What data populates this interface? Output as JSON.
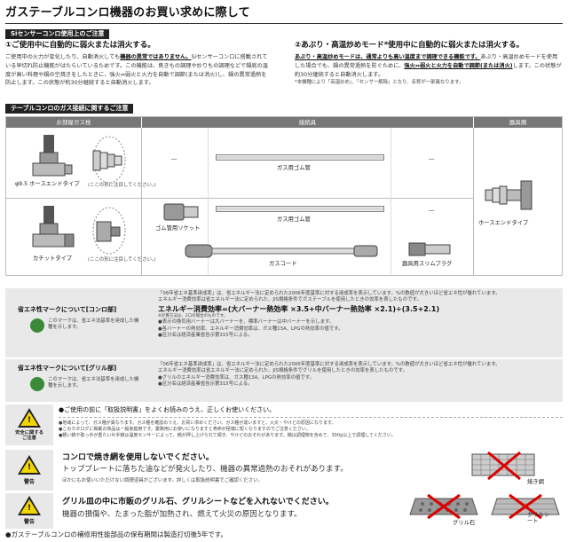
{
  "title": "ガステーブルコンロ機器のお買い求めに際して",
  "si_tag": "Siセンサーコンロ使用上のご注意",
  "si": {
    "h1": "①ご使用中に自動的に弱火または消火する。",
    "p1a": "ご使用中の火力が変化したり、自動消火しても",
    "p1u": "機器の異常ではありません。",
    "p1b": "Siセンサーコンロに搭載されている早切れ防止機能がはたらいているためです。この機能は、焦きもの調理や炒りもの調理などで鍋底の温度が高い料理や鍋の空焼きをしたときに、強火⇔弱火と火力を自動で調節(または消火)し、鍋の異常過熱を防止します。この状態が約30分継続すると自動消火します。",
    "h2": "②あぶり・高温炒めモード*使用中に自動的に弱火または消火する。",
    "p2a": "あぶり・高温炒めモードは、通常よりも高い温度まで調理できる機能です。",
    "p2b": "あぶり・高温炒めモードを使用した場合でも、鍋の異常過熱を防ぐために、",
    "p2u": "強火⇔弱火と火力を自動で調節(または消火)",
    "p2c": "します。この状態が約30分継続すると自動消火します。",
    "p2note": "*本機種により「高温炒め」、「センサー解除」となり、名称が一部異なります。"
  },
  "gas_tag": "テーブルコンロのガス接続に関するご注意",
  "gas": {
    "col1": "お部屋ガス栓",
    "col2": "接続具",
    "col3": "器具側",
    "row1_label": "φ9.5 ホースエンドタイプ",
    "row1_note": "(ここの形に注目してください。)",
    "row2_label": "カチットタイプ",
    "row2_note": "(ここの形に注目してください。)",
    "dash": "―",
    "gas_hose": "ガス用ゴム管",
    "gas_hose2": "ガス用ゴム管",
    "rubber_socket": "ゴム管用ソケット",
    "gas_code": "ガスコード",
    "slim_plug": "器具用スリムプラグ",
    "hose_end": "ホースエンドタイプ"
  },
  "eco1": {
    "title": "省エネ性マークについて[コンロ部]",
    "mark_desc": "このマークは、省エネ法基準を達成した機種を示します。",
    "l1": "「06年省エネ基準達成率」は、省エネルギー法に定められた2006年度基準に対する達成率を表示しています。%の数値が大きいほど省エネ性が優れています。",
    "l2": "エネルギー消費効率は省エネルギー法に定められた、JIS規格条件でガステーブルを使用したときの効率を表したものです。",
    "formula": "エネルギー消費効率=(大バーナー熱効率 ×3.5+中バーナー熱効率 ×2.1)÷(3.5+2.1)",
    "formula_note": "※計算方法は、2口の場合のものです。",
    "b1": "●表示の換気用バーナーは大バーナーを、標準バーナーは中バーナーを示します。",
    "b2": "●各バーナーの熱効率、エネルギー消費効率は、ガス種13A、LPGの熱効率の値です。",
    "b3": "●区分名は経済産業省告示第315号による。"
  },
  "eco2": {
    "title": "省エネ性マークについて[グリル部]",
    "mark_desc": "このマークは、省エネ法基準を達成した機種を示します。",
    "l1": "「06年省エネ基準達成率」は、省エネルギー法に定められた2006年度基準に対する達成率を表示しています。%の数値が大きいほど省エネ性が優れています。",
    "l2": "エネルギー消費効率は省エネルギー法に定められた、JIS規格条件でグリルを使用したときの効率を表したものです。",
    "b1": "●グリルのエネルギー消費効率は、ガス種13A、LPGの熱効率の値です。",
    "b2": "●区分名は経済産業省告示第315号による。"
  },
  "safety": {
    "label": "安全に関する\nご注意",
    "head": "●ご使用の前に「取扱説明書」をよくお読みのうえ、正しくお使いください。",
    "b1": "●地域によって、ガス種が異なります。ガス種を確認のうえ、お買い求めください。ガス種が違いますと、火災・やけどの原因になります。",
    "b2": "●このカタログに掲載の商品は一般家庭用です。業務用にお使いになりますと寿命が極端に短くなりますのでご注意ください。",
    "b3": "●軽い鍋や取っ手が重たい片手鍋は温度センサーによって、鍋が押し上げられて傾き、やけどのおそれがあります。鍋は調理物を含めて、300g以上で調理してください。"
  },
  "warn1": {
    "label": "警告",
    "title": "コンロで焼き網を使用しないでください。",
    "text": "トッププレートに落ちた油などが発火したり、機器の異常過熱のおそれがあります。",
    "small": "ほかにもお使いいただけない調理道具がございます。詳しくは取扱説明書でご確認ください。",
    "img_label": "焼き網"
  },
  "warn2": {
    "label": "警告",
    "title": "グリル皿の中に市販のグリル石、グリルシートなどを入れないでください。",
    "text": "機器の損傷や、たまった脂が加熱され、燃えて火災の原因となります。",
    "img_label1": "グリル石",
    "img_label2": "グリルシート"
  },
  "footer": "●ガステーブルコンロの補修用性能部品の保有期間は製造打切後5年です。"
}
